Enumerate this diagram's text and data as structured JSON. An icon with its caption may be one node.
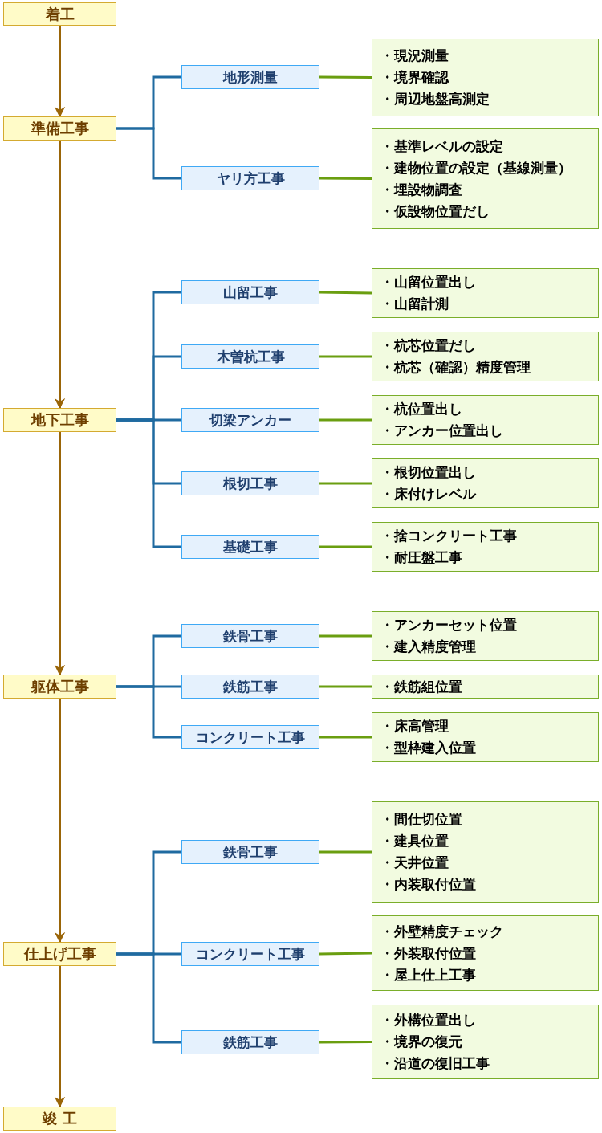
{
  "diagram": {
    "nodes": [
      {
        "text": [
          "着工"
        ]
      },
      {
        "text": [
          "準備工事"
        ]
      },
      {
        "text": [
          "地形測量"
        ]
      },
      {
        "text": [
          "・現況測量",
          "・境界確認",
          "・周辺地盤高測定"
        ]
      },
      {
        "text": [
          "ヤリ方工事"
        ]
      },
      {
        "text": [
          "・基準レベルの設定",
          "・建物位置の設定（基線測量）",
          "・埋設物調査",
          "・仮設物位置だし"
        ]
      },
      {
        "text": [
          "地下工事"
        ]
      },
      {
        "text": [
          "山留工事"
        ]
      },
      {
        "text": [
          "・山留位置出し",
          "・山留計測"
        ]
      },
      {
        "text": [
          "木曽杭工事"
        ]
      },
      {
        "text": [
          "・杭芯位置だし",
          "・杭芯（確認）精度管理"
        ]
      },
      {
        "text": [
          "切梁アンカー"
        ]
      },
      {
        "text": [
          "・杭位置出し",
          "・アンカー位置出し"
        ]
      },
      {
        "text": [
          "根切工事"
        ]
      },
      {
        "text": [
          "・根切位置出し",
          "・床付けレベル"
        ]
      },
      {
        "text": [
          "基礎工事"
        ]
      },
      {
        "text": [
          "・捨コンクリート工事",
          "・耐圧盤工事"
        ]
      },
      {
        "text": [
          "躯体工事"
        ]
      },
      {
        "text": [
          "鉄骨工事"
        ]
      },
      {
        "text": [
          "・アンカーセット位置",
          "・建入精度管理"
        ]
      },
      {
        "text": [
          "鉄筋工事"
        ]
      },
      {
        "text": [
          "・鉄筋組位置"
        ]
      },
      {
        "text": [
          "コンクリート工事"
        ]
      },
      {
        "text": [
          "・床高管理",
          "・型枠建入位置"
        ]
      },
      {
        "text": [
          "仕上げ工事"
        ]
      },
      {
        "text": [
          "鉄骨工事"
        ]
      },
      {
        "text": [
          "・間仕切位置",
          "・建具位置",
          "・天井位置",
          "・内装取付位置"
        ]
      },
      {
        "text": [
          "コンクリート工事"
        ]
      },
      {
        "text": [
          "・外壁精度チェック",
          "・外装取付位置",
          "・屋上仕上工事"
        ]
      },
      {
        "text": [
          "鉄筋工事"
        ]
      },
      {
        "text": [
          "・外構位置出し",
          "・境界の復元",
          "・沿道の復旧工事"
        ]
      },
      {
        "text": [
          "竣 工"
        ]
      }
    ],
    "edges": [
      {
        "from": 0,
        "to": 1,
        "arrow": "to",
        "color": "#9a6508"
      },
      {
        "from": 1,
        "to": 6,
        "arrow": "to",
        "color": "#9a6508"
      },
      {
        "from": 6,
        "to": 17,
        "arrow": "to",
        "color": "#9a6508"
      },
      {
        "from": 17,
        "to": 24,
        "arrow": "to",
        "color": "#9a6508"
      },
      {
        "from": 24,
        "to": 31,
        "arrow": "to",
        "color": "#9a6508"
      },
      {
        "from": 1,
        "to": 2,
        "arrow": "none",
        "color": "#1f6aa0"
      },
      {
        "from": 1,
        "to": 4,
        "arrow": "none",
        "color": "#1f6aa0"
      },
      {
        "from": 6,
        "to": 7,
        "arrow": "none",
        "color": "#1f6aa0"
      },
      {
        "from": 6,
        "to": 9,
        "arrow": "none",
        "color": "#1f6aa0"
      },
      {
        "from": 6,
        "to": 11,
        "arrow": "none",
        "color": "#1f6aa0"
      },
      {
        "from": 6,
        "to": 13,
        "arrow": "none",
        "color": "#1f6aa0"
      },
      {
        "from": 6,
        "to": 15,
        "arrow": "none",
        "color": "#1f6aa0"
      },
      {
        "from": 17,
        "to": 18,
        "arrow": "none",
        "color": "#1f6aa0"
      },
      {
        "from": 17,
        "to": 20,
        "arrow": "none",
        "color": "#1f6aa0"
      },
      {
        "from": 17,
        "to": 22,
        "arrow": "none",
        "color": "#1f6aa0"
      },
      {
        "from": 24,
        "to": 25,
        "arrow": "none",
        "color": "#1f6aa0"
      },
      {
        "from": 24,
        "to": 27,
        "arrow": "none",
        "color": "#1f6aa0"
      },
      {
        "from": 24,
        "to": 29,
        "arrow": "none",
        "color": "#1f6aa0"
      },
      {
        "from": 2,
        "to": 3,
        "arrow": "none",
        "color": "#6a9e10"
      },
      {
        "from": 4,
        "to": 5,
        "arrow": "none",
        "color": "#6a9e10"
      },
      {
        "from": 7,
        "to": 8,
        "arrow": "none",
        "color": "#6a9e10"
      },
      {
        "from": 9,
        "to": 10,
        "arrow": "none",
        "color": "#6a9e10"
      },
      {
        "from": 11,
        "to": 12,
        "arrow": "none",
        "color": "#6a9e10"
      },
      {
        "from": 13,
        "to": 14,
        "arrow": "none",
        "color": "#6a9e10"
      },
      {
        "from": 15,
        "to": 16,
        "arrow": "none",
        "color": "#6a9e10"
      },
      {
        "from": 18,
        "to": 19,
        "arrow": "none",
        "color": "#6a9e10"
      },
      {
        "from": 20,
        "to": 21,
        "arrow": "none",
        "color": "#6a9e10"
      },
      {
        "from": 22,
        "to": 23,
        "arrow": "none",
        "color": "#6a9e10"
      },
      {
        "from": 25,
        "to": 26,
        "arrow": "none",
        "color": "#6a9e10"
      },
      {
        "from": 27,
        "to": 28,
        "arrow": "none",
        "color": "#6a9e10"
      },
      {
        "from": 29,
        "to": 30,
        "arrow": "none",
        "color": "#6a9e10"
      }
    ]
  }
}
